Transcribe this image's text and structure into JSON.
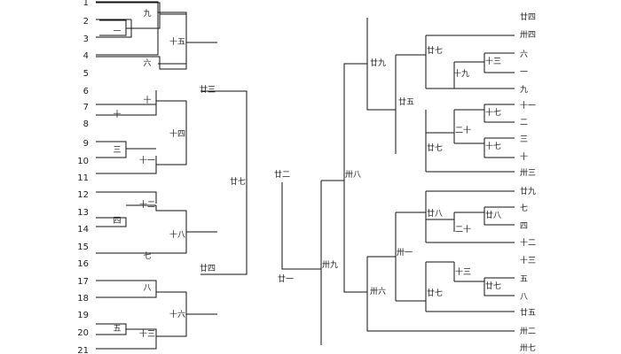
{
  "left_bracket": {
    "seeds": [
      "1",
      "2",
      "3",
      "4",
      "5",
      "6",
      "7",
      "8",
      "9",
      "10",
      "11",
      "12",
      "13",
      "14",
      "15",
      "16",
      "17",
      "18",
      "19",
      "20",
      "21"
    ],
    "r1": [
      "一",
      "十",
      "三",
      "四",
      "五"
    ],
    "r2": [
      "九",
      "六",
      "十",
      "十一",
      "十二",
      "七",
      "八",
      "十三"
    ],
    "r3": [
      "十五",
      "十四",
      "十八",
      "十六"
    ],
    "r4": [
      "廿三",
      "廿四"
    ],
    "r5": [
      "廿七"
    ]
  },
  "center": {
    "final_left": "廿二",
    "final_right": "廿一",
    "champion": "卅九"
  },
  "right_bracket": {
    "outer": [
      "廿四",
      "卅四",
      "六",
      "一",
      "九",
      "十一",
      "二",
      "三",
      "十",
      "卅三",
      "廿九",
      "七",
      "四",
      "十二",
      "十三",
      "五",
      "八",
      "廿五",
      "卅二",
      "卅七"
    ],
    "r1": [
      "十三",
      "十九",
      "十七"
    ],
    "r1b": [
      "十七",
      "二十"
    ],
    "r2": [
      "廿七",
      "二十"
    ],
    "r3": [
      "廿七",
      "廿八"
    ],
    "r4": [
      "廿五",
      "廿八",
      "卅一"
    ],
    "r5": [
      "廿九",
      "卅六"
    ],
    "r6": [
      "卅八"
    ]
  }
}
